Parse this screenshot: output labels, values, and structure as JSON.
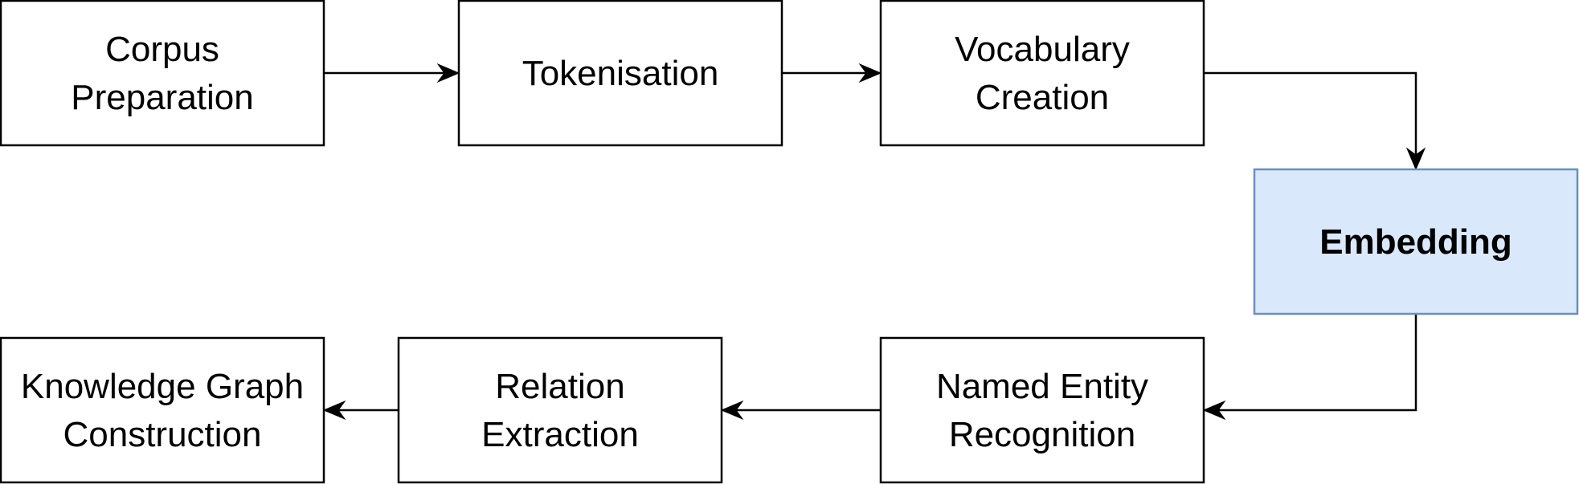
{
  "diagram": {
    "nodes": [
      {
        "id": "corpus-preparation",
        "lines": [
          "Corpus",
          "Preparation"
        ],
        "bold": false,
        "highlight": false
      },
      {
        "id": "tokenisation",
        "lines": [
          "Tokenisation"
        ],
        "bold": false,
        "highlight": false
      },
      {
        "id": "vocabulary-creation",
        "lines": [
          "Vocabulary",
          "Creation"
        ],
        "bold": false,
        "highlight": false
      },
      {
        "id": "embedding",
        "lines": [
          "Embedding"
        ],
        "bold": true,
        "highlight": true
      },
      {
        "id": "named-entity-recognition",
        "lines": [
          "Named Entity",
          "Recognition"
        ],
        "bold": false,
        "highlight": false
      },
      {
        "id": "relation-extraction",
        "lines": [
          "Relation",
          "Extraction"
        ],
        "bold": false,
        "highlight": false
      },
      {
        "id": "knowledge-graph-construction",
        "lines": [
          "Knowledge Graph",
          "Construction"
        ],
        "bold": false,
        "highlight": false
      }
    ],
    "edges": [
      {
        "from": "corpus-preparation",
        "to": "tokenisation"
      },
      {
        "from": "tokenisation",
        "to": "vocabulary-creation"
      },
      {
        "from": "vocabulary-creation",
        "to": "embedding"
      },
      {
        "from": "embedding",
        "to": "named-entity-recognition"
      },
      {
        "from": "named-entity-recognition",
        "to": "relation-extraction"
      },
      {
        "from": "relation-extraction",
        "to": "knowledge-graph-construction"
      }
    ],
    "colors": {
      "highlight_fill": "#dae8fc",
      "highlight_stroke": "#6c8ebf",
      "stroke": "#000000"
    }
  }
}
